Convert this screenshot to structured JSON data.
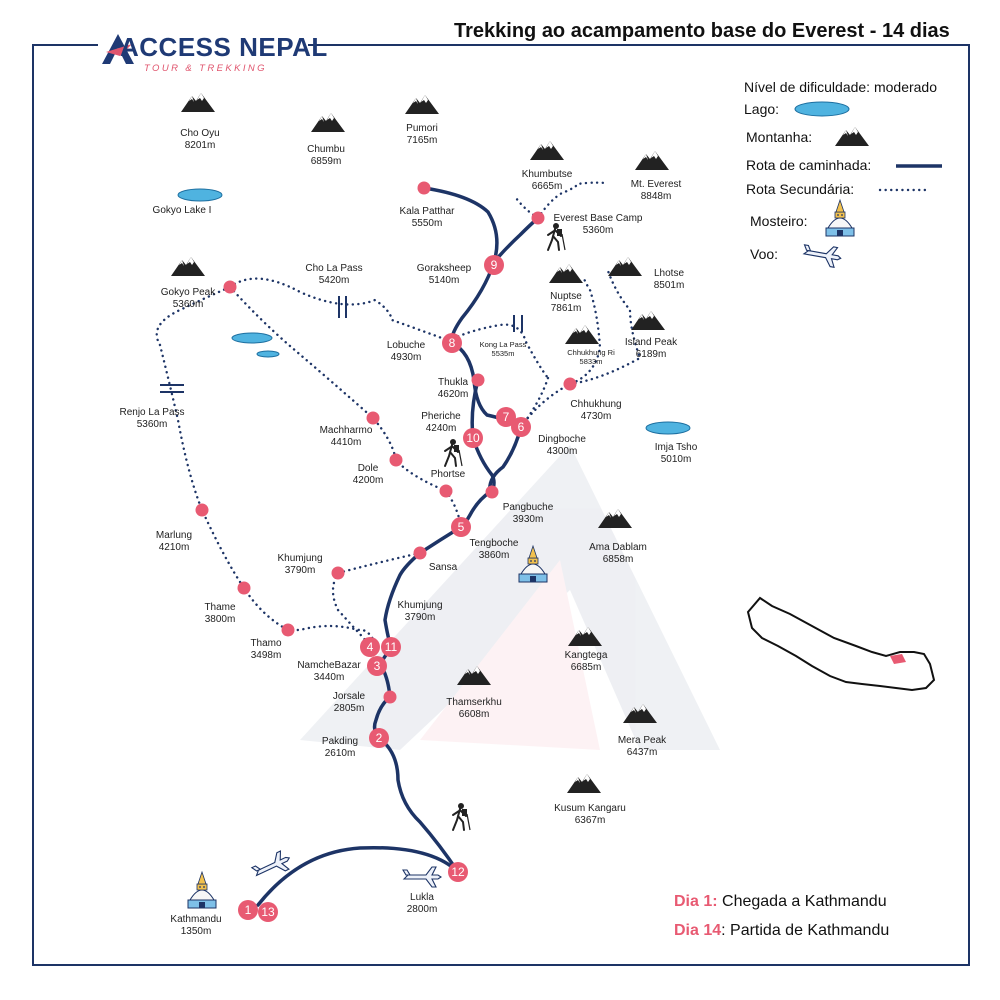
{
  "title": "Trekking ao acampamento base do Everest - 14 dias",
  "brand": {
    "name": "ACCESS NEPAL",
    "tagline": "TOUR & TREKKING"
  },
  "legend": {
    "difficulty": "Nível de dificuldade: moderado",
    "lake": "Lago:",
    "mountain": "Montanha:",
    "route": "Rota de caminhada:",
    "secondary": "Rota Secundária:",
    "monastery": "Mosteiro:",
    "flight": "Voo:"
  },
  "notes": [
    {
      "day": "Dia 1:",
      "text": "Chegada a Kathmandu"
    },
    {
      "day": "Dia 14",
      "text": ": Partida de Kathmandu"
    }
  ],
  "colors": {
    "route": "#1d3466",
    "badge": "#e85a72",
    "lake": "#4fb3e0",
    "frame": "#1d3466"
  },
  "mountains": [
    {
      "name": "Cho Oyu",
      "alt": "8201m"
    },
    {
      "name": "Chumbu",
      "alt": "6859m"
    },
    {
      "name": "Pumori",
      "alt": "7165m"
    },
    {
      "name": "Khumbutse",
      "alt": "6665m"
    },
    {
      "name": "Mt. Everest",
      "alt": "8848m"
    },
    {
      "name": "Gokyo Peak",
      "alt": "5360m"
    },
    {
      "name": "Nuptse",
      "alt": "7861m"
    },
    {
      "name": "Lhotse",
      "alt": "8501m"
    },
    {
      "name": "Chhukhung Ri",
      "alt": "5833m"
    },
    {
      "name": "Island Peak",
      "alt": "6189m"
    },
    {
      "name": "Ama Dablam",
      "alt": "6858m"
    },
    {
      "name": "Kangtega",
      "alt": "6685m"
    },
    {
      "name": "Thamserkhu",
      "alt": "6608m"
    },
    {
      "name": "Mera Peak",
      "alt": "6437m"
    },
    {
      "name": "Kusum Kangaru",
      "alt": "6367m"
    }
  ],
  "lakes": [
    {
      "name": "Gokyo Lake I"
    },
    {
      "name": "Imja Tsho",
      "alt": "5010m"
    }
  ],
  "places": [
    {
      "name": "Kala Patthar",
      "alt": "5550m"
    },
    {
      "name": "Everest Base Camp",
      "alt": "5360m"
    },
    {
      "name": "Goraksheep",
      "alt": "5140m"
    },
    {
      "name": "Cho La Pass",
      "alt": "5420m"
    },
    {
      "name": "Lobuche",
      "alt": "4930m"
    },
    {
      "name": "Kong La Pass",
      "alt": "5535m"
    },
    {
      "name": "Thukla",
      "alt": "4620m"
    },
    {
      "name": "Pheriche",
      "alt": "4240m"
    },
    {
      "name": "Chhukhung",
      "alt": "4730m"
    },
    {
      "name": "Dingboche",
      "alt": "4300m"
    },
    {
      "name": "Renjo La Pass",
      "alt": "5360m"
    },
    {
      "name": "Machharmo",
      "alt": "4410m"
    },
    {
      "name": "Dole",
      "alt": "4200m"
    },
    {
      "name": "Phortse",
      "alt": ""
    },
    {
      "name": "Pangbuche",
      "alt": "3930m"
    },
    {
      "name": "Marlung",
      "alt": "4210m"
    },
    {
      "name": "Tengboche",
      "alt": "3860m"
    },
    {
      "name": "Khumjung",
      "alt": "3790m"
    },
    {
      "name": "Sansa",
      "alt": ""
    },
    {
      "name": "Khumjung",
      "alt": "3790m"
    },
    {
      "name": "Thame",
      "alt": "3800m"
    },
    {
      "name": "Thamo",
      "alt": "3498m"
    },
    {
      "name": "NamcheBazar",
      "alt": "3440m"
    },
    {
      "name": "Jorsale",
      "alt": "2805m"
    },
    {
      "name": "Pakding",
      "alt": "2610m"
    },
    {
      "name": "Lukla",
      "alt": "2800m"
    },
    {
      "name": "Kathmandu",
      "alt": "1350m"
    }
  ],
  "day_markers": [
    "1",
    "2",
    "3",
    "4",
    "5",
    "6",
    "7",
    "8",
    "9",
    "10",
    "11",
    "12",
    "13"
  ]
}
